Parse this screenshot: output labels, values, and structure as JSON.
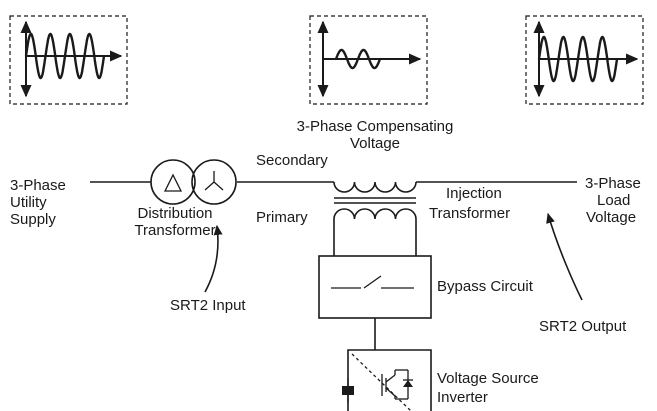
{
  "labels": {
    "supply": [
      "3-Phase",
      "Utility",
      "Supply"
    ],
    "distribution": [
      "Distribution",
      "Transformer"
    ],
    "compensating": [
      "3-Phase Compensating",
      "Voltage"
    ],
    "secondary": "Secondary",
    "primary": "Primary",
    "injection": [
      "Injection",
      "Transformer"
    ],
    "load": [
      "3-Phase",
      "Load",
      "Voltage"
    ],
    "bypass": "Bypass Circuit",
    "srt2_input": "SRT2 Input",
    "srt2_output": "SRT2 Output",
    "inverter": [
      "Voltage Source",
      "Inverter"
    ]
  },
  "waveforms": [
    {
      "name": "utility-supply",
      "amplitude": "large",
      "cycles": 4
    },
    {
      "name": "compensating",
      "amplitude": "small",
      "cycles": 2
    },
    {
      "name": "load",
      "amplitude": "large",
      "cycles": 4
    }
  ],
  "icons": {
    "distribution_transformer": "delta-wye-icon",
    "bypass_switch": "switch-icon",
    "inverter": "igbt-diode-icon",
    "waveform_axes": "axis-arrow-icon"
  }
}
